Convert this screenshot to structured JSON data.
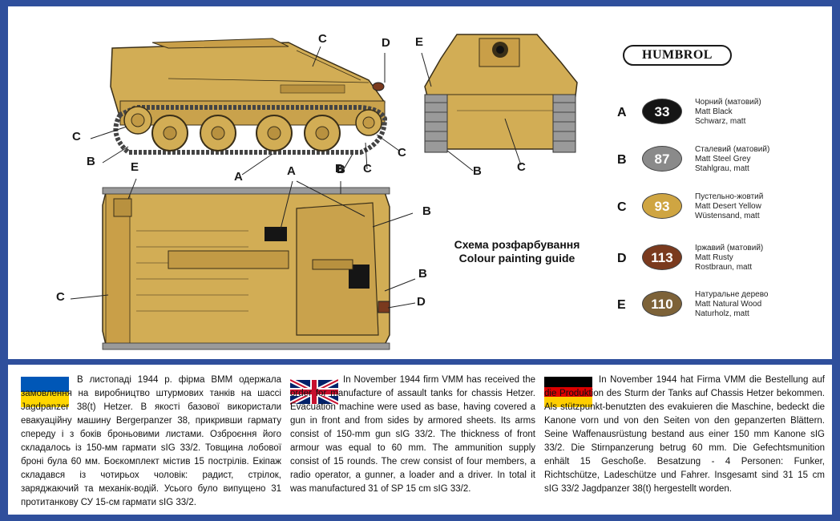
{
  "guide_title": {
    "line1": "Схема розфарбування",
    "line2": "Colour painting guide"
  },
  "brand": "HUMBROL",
  "paints": [
    {
      "letter": "A",
      "number": "33",
      "color": "#151515",
      "uk": "Чорний (матовий)",
      "en": "Matt Black",
      "de": "Schwarz, matt"
    },
    {
      "letter": "B",
      "number": "87",
      "color": "#8a8a8a",
      "uk": "Сталевий (матовий)",
      "en": "Matt Steel Grey",
      "de": "Stahlgrau, matt"
    },
    {
      "letter": "C",
      "number": "93",
      "color": "#cfa542",
      "uk": "Пустельно-жовтий",
      "en": "Matt Desert Yellow",
      "de": "Wüstensand, matt"
    },
    {
      "letter": "D",
      "number": "113",
      "color": "#7a3a1e",
      "uk": "Іржавий (матовий)",
      "en": "Matt Rusty",
      "de": "Rostbraun, matt"
    },
    {
      "letter": "E",
      "number": "110",
      "color": "#7d6238",
      "uk": "Натуральне дерево",
      "en": "Matt Natural Wood",
      "de": "Naturholz, matt"
    }
  ],
  "callouts": {
    "side": [
      "C",
      "D",
      "C",
      "B",
      "A",
      "B",
      "C",
      "C"
    ],
    "front": [
      "E",
      "B",
      "C"
    ],
    "top": [
      "E",
      "A",
      "B",
      "B",
      "B",
      "D",
      "C"
    ]
  },
  "colors": {
    "desert_yellow": "#d2ad55",
    "frame_blue": "#2f4f9c",
    "ukraine_blue": "#0057b7",
    "ukraine_yellow": "#ffd700"
  },
  "text": {
    "uk": "В листопаді 1944 р. фірма ВММ одержала замовлення на виробництво штурмових танків на шассі Jagdpanzer 38(t) Hetzer. В якості базової використали евакуаційну машину Bergerpanzer 38, прикривши гармату спереду і з боків броньовими листами. Озброєння його складалось із 150-мм гармати sIG 33/2. Товщина лобової броні була 60 мм. Боєкомплект містив 15 пострілів. Екіпаж складався із чотирьох чоловік: радист, стрілок, заряджаючий та механік-водій. Усього було випущено 31 протитанкову СУ 15-см гармати sIG 33/2.",
    "en": "In November 1944 firm VMM has received the order for manufacture of assault tanks for chassis Hetzer. Evacuation machine were used as base, having covered a gun in front and from sides by armored sheets. Its arms consist of 150-mm gun sIG 33/2. The thickness of front armour was equal to 60 mm. The ammunition supply consist of 15 rounds. The crew consist of four members, a radio operator, a gunner, a loader and a driver. In total it was manufactured 31 of SP 15 cm sIG 33/2.",
    "de": "In November 1944 hat Firma VMM die Bestellung auf die Produktion des Sturm der Tanks auf Chassis Hetzer bekommen. Als stützpunkt-benutzten des evakuieren die Maschine, bedeckt die Kanone vorn und von den Seiten von den gepanzerten Blättern. Seine Waffenausrüstung bestand aus einer 150 mm Kanone sIG 33/2. Die Stirnpanzerung betrug 60 mm. Die Gefechtsmunition enhält 15 Geschoße. Besatzung - 4 Personen: Funker, Richtschütze, Ladeschütze und Fahrer. Insgesamt sind 31 15 cm sIG 33/2 Jagdpanzer 38(t) hergestellt worden."
  }
}
